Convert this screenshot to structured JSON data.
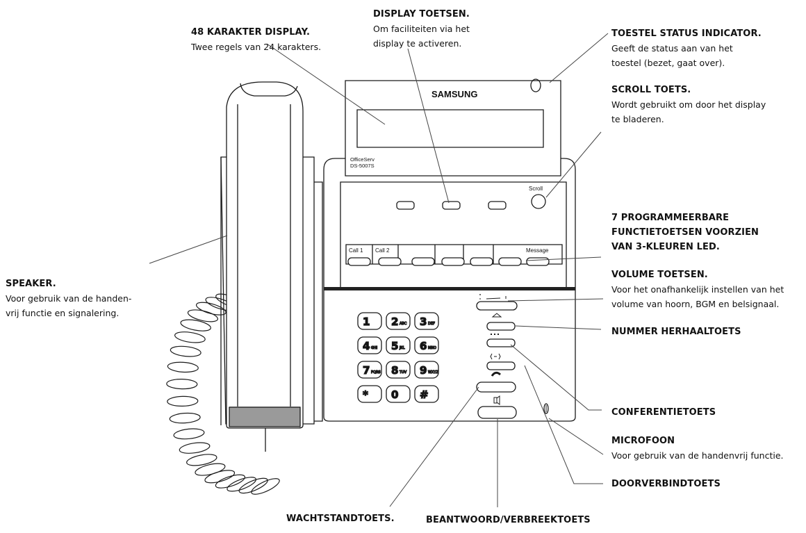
{
  "phone": {
    "brand": "SAMSUNG",
    "model_line1": "OfficeServ",
    "model_line2": "DS-5007S",
    "scroll_key_label": "Scroll",
    "function_key_labels": [
      "Call 1",
      "Call 2",
      "",
      "",
      "",
      "",
      "Message"
    ],
    "dialpad": [
      {
        "main": "1",
        "sub": ""
      },
      {
        "main": "2",
        "sub": "ABC"
      },
      {
        "main": "3",
        "sub": "DEF"
      },
      {
        "main": "4",
        "sub": "GHI"
      },
      {
        "main": "5",
        "sub": "JKL"
      },
      {
        "main": "6",
        "sub": "MNO"
      },
      {
        "main": "7",
        "sub": "PQRS"
      },
      {
        "main": "8",
        "sub": "TUV"
      },
      {
        "main": "9",
        "sub": "WXYZ"
      },
      {
        "main": "*",
        "sub": ""
      },
      {
        "main": "0",
        "sub": ""
      },
      {
        "main": "#",
        "sub": ""
      }
    ]
  },
  "callouts": {
    "display": {
      "title": "48 KARAKTER DISPLAY.",
      "desc": [
        "Twee regels van 24 karakters."
      ]
    },
    "display_keys": {
      "title": "DISPLAY TOETSEN.",
      "desc": [
        "Om faciliteiten via het",
        "display te activeren."
      ]
    },
    "status": {
      "title": "TOESTEL STATUS INDICATOR.",
      "desc": [
        "Geeft de status aan van het",
        "toestel (bezet, gaat over)."
      ]
    },
    "scroll": {
      "title": "SCROLL TOETS.",
      "desc": [
        "Wordt gebruikt om door het display",
        "te bladeren."
      ]
    },
    "programmable": {
      "title_lines": [
        "7 PROGRAMMEERBARE",
        "FUNCTIETOETSEN VOORZIEN",
        "VAN 3-KLEUREN LED."
      ]
    },
    "volume": {
      "title": "VOLUME TOETSEN.",
      "desc": [
        "Voor het onafhankelijk instellen van het",
        "volume van hoorn, BGM en belsignaal."
      ]
    },
    "redial": {
      "title": "NUMMER HERHAALTOETS"
    },
    "conference": {
      "title": "CONFERENTIETOETS"
    },
    "microphone": {
      "title": "MICROFOON",
      "desc": [
        "Voor gebruik van de handenvrij functie."
      ]
    },
    "transfer": {
      "title": "DOORVERBINDTOETS"
    },
    "speaker": {
      "title": "SPEAKER.",
      "desc": [
        "Voor gebruik van de handen-",
        "vrij functie en signalering."
      ]
    },
    "hold": {
      "title": "WACHTSTANDTOETS."
    },
    "answer": {
      "title": "BEANTWOORD/VERBREEKTOETS"
    }
  }
}
